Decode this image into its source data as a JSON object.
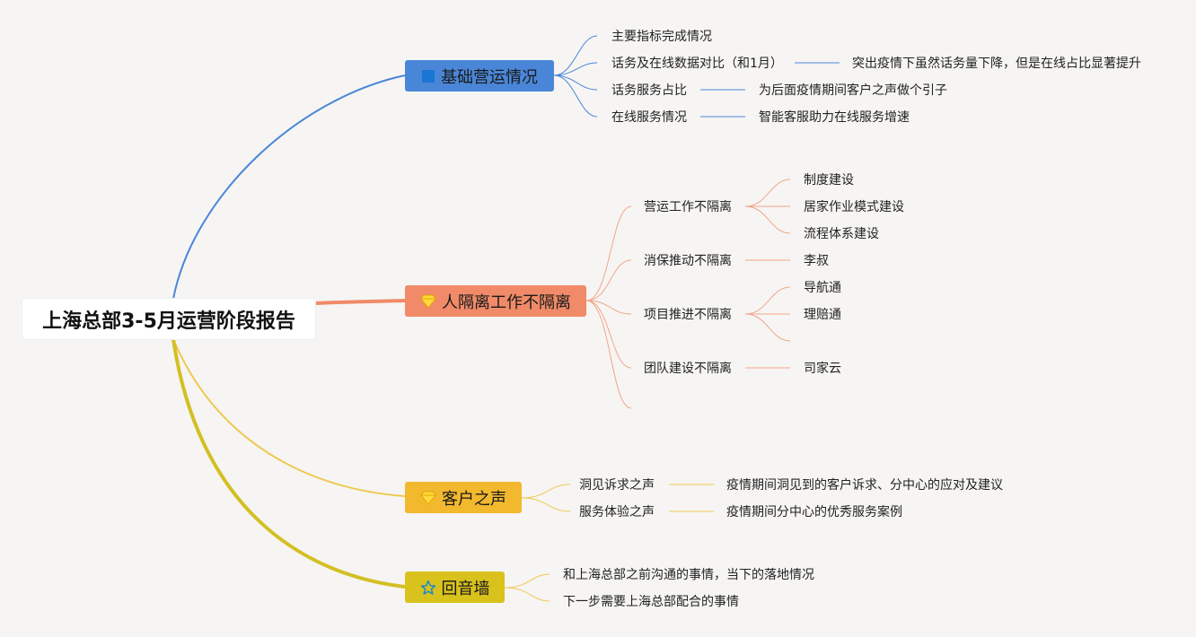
{
  "root": {
    "title": "上海总部3-5月运营阶段报告"
  },
  "colors": {
    "blue": "#4a86d8",
    "orange": "#f08a68",
    "orange_line": "#f3a58a",
    "yellow": "#f2b82e",
    "yellow_line": "#f0c850",
    "olive": "#d9c21c",
    "olive_line": "#d4bf24"
  },
  "branches": {
    "b1": {
      "label": "基础营运情况",
      "icon": "blue-square-icon",
      "items": {
        "c1": "主要指标完成情况",
        "c2": "话务及在线数据对比（和1月）",
        "c2d": "突出疫情下虽然话务量下降，但是在线占比显著提升",
        "c3": "话务服务占比",
        "c3d": "为后面疫情期间客户之声做个引子",
        "c4": "在线服务情况",
        "c4d": "智能客服助力在线服务增速"
      }
    },
    "b2": {
      "label": "人隔离工作不隔离",
      "icon": "diamond-icon",
      "items": {
        "c1": "营运工作不隔离",
        "c1a": "制度建设",
        "c1b": "居家作业模式建设",
        "c1c": "流程体系建设",
        "c2": "消保推动不隔离",
        "c2a": "李叔",
        "c3": "项目推进不隔离",
        "c3a": "导航通",
        "c3b": "理赔通",
        "c4": "团队建设不隔离",
        "c4a": "司家云"
      }
    },
    "b3": {
      "label": "客户之声",
      "icon": "diamond-icon",
      "items": {
        "c1": "洞见诉求之声",
        "c1d": "疫情期间洞见到的客户诉求、分中心的应对及建议",
        "c2": "服务体验之声",
        "c2d": "疫情期间分中心的优秀服务案例"
      }
    },
    "b4": {
      "label": "回音墙",
      "icon": "star-icon",
      "items": {
        "c1": "和上海总部之前沟通的事情，当下的落地情况",
        "c2": "下一步需要上海总部配合的事情"
      }
    }
  }
}
